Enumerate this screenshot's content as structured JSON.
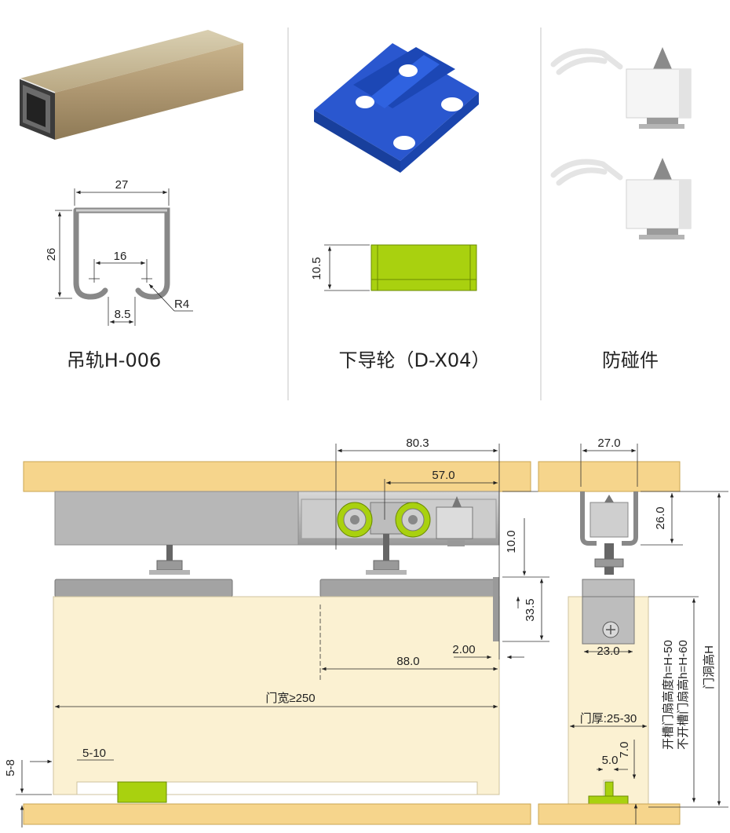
{
  "products": [
    {
      "caption": "吊轨H-006"
    },
    {
      "caption": "下导轮（D-X04）"
    },
    {
      "caption": "防碰件"
    }
  ],
  "rail_dims": {
    "width": "27",
    "height": "26",
    "opening": "16",
    "lip": "8.5",
    "radius": "R4"
  },
  "guide_dims": {
    "height": "10.5"
  },
  "assembly_dims": {
    "carriage_span": "80.3",
    "wheel_offset": "57.0",
    "rail_drop": "10.0",
    "bumper_height": "33.5",
    "gap": "2.00",
    "edge_offset": "88.0",
    "door_width": "门宽≥250",
    "floor_gap_left": "5-8",
    "guide_gap": "5-10",
    "side_rail_width": "27.0",
    "side_rail_height": "26.0",
    "hanger_width": "23.0",
    "door_thickness": "门厚:25-30",
    "slot_depth": "7.0",
    "slot_width": "5.0",
    "door_height_slot": "开槽门扇高度h=H-50",
    "door_height_noslot": "不开槽门扇高h=H-60",
    "opening_height": "门洞高H"
  },
  "colors": {
    "wood": "#f6d58c",
    "door": "#fbf1d2",
    "green": "#a9d10f",
    "blue": "#1f4fc2",
    "rail": "#b9b9b9"
  }
}
